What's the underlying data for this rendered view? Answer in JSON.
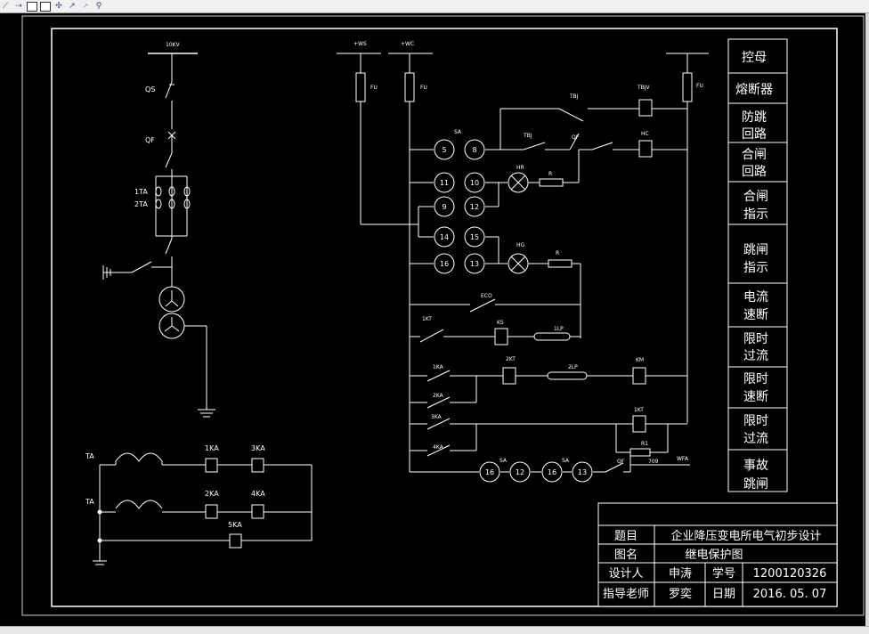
{
  "toolbar": {
    "buttons": [
      "draw-line-icon",
      "rectangle-select-icon",
      "rectangle-icon",
      "move-icon",
      "pointer-icon",
      "cursor-icon",
      "wand-icon"
    ]
  },
  "sidebar": [
    "控母",
    "熔断器",
    "防跳\n回路",
    "合闸\n回路",
    "合闸\n指示",
    "跳闸\n指示",
    "电流\n速断",
    "限时\n过流",
    "限时\n速断",
    "限时\n过流",
    "事故\n跳闸"
  ],
  "primary": {
    "bus": "10KV",
    "qs": "QS",
    "qf": "QF",
    "ta1": "1TA",
    "ta2": "2TA"
  },
  "control_bus": {
    "left": "+WS",
    "right": "+WC",
    "fuse": "FU"
  },
  "labels": {
    "sa": "SA",
    "tbj": "TBJ",
    "tbjv": "TBJV",
    "qf": "QF",
    "hc": "HC",
    "hr": "HR",
    "hg": "HG",
    "r": "R",
    "eco": "ECO",
    "ka1": "1KT",
    "ks": "KS",
    "lp1": "1LP",
    "ka1b": "1KA",
    "kt2": "2KT",
    "lp2": "2LP",
    "km": "KM",
    "ka2": "2KA",
    "ka3": "3KA",
    "ka4": "4KA",
    "kt1": "1KT",
    "r1": "R1",
    "n709": "709",
    "wfa": "WFA",
    "qf2": "QF"
  },
  "contacts": [
    "5",
    "8",
    "11",
    "10",
    "9",
    "12",
    "14",
    "15",
    "16",
    "13"
  ],
  "bottom_contacts": [
    "16",
    "12",
    "16",
    "13"
  ],
  "ct_circuit": {
    "ta": "TA",
    "ka1": "1KA",
    "ka3": "3KA",
    "ka2": "2KA",
    "ka4": "4KA",
    "ka5": "5KA"
  },
  "title_block": {
    "topic_label": "题目",
    "topic": "企业降压变电所电气初步设计",
    "drawing_label": "图名",
    "drawing": "继电保护图",
    "designer_label": "设计人",
    "designer": "申涛",
    "student_no_label": "学号",
    "student_no": "1200120326",
    "advisor_label": "指导老师",
    "advisor": "罗奕",
    "date_label": "日期",
    "date": "2016. 05. 07"
  }
}
